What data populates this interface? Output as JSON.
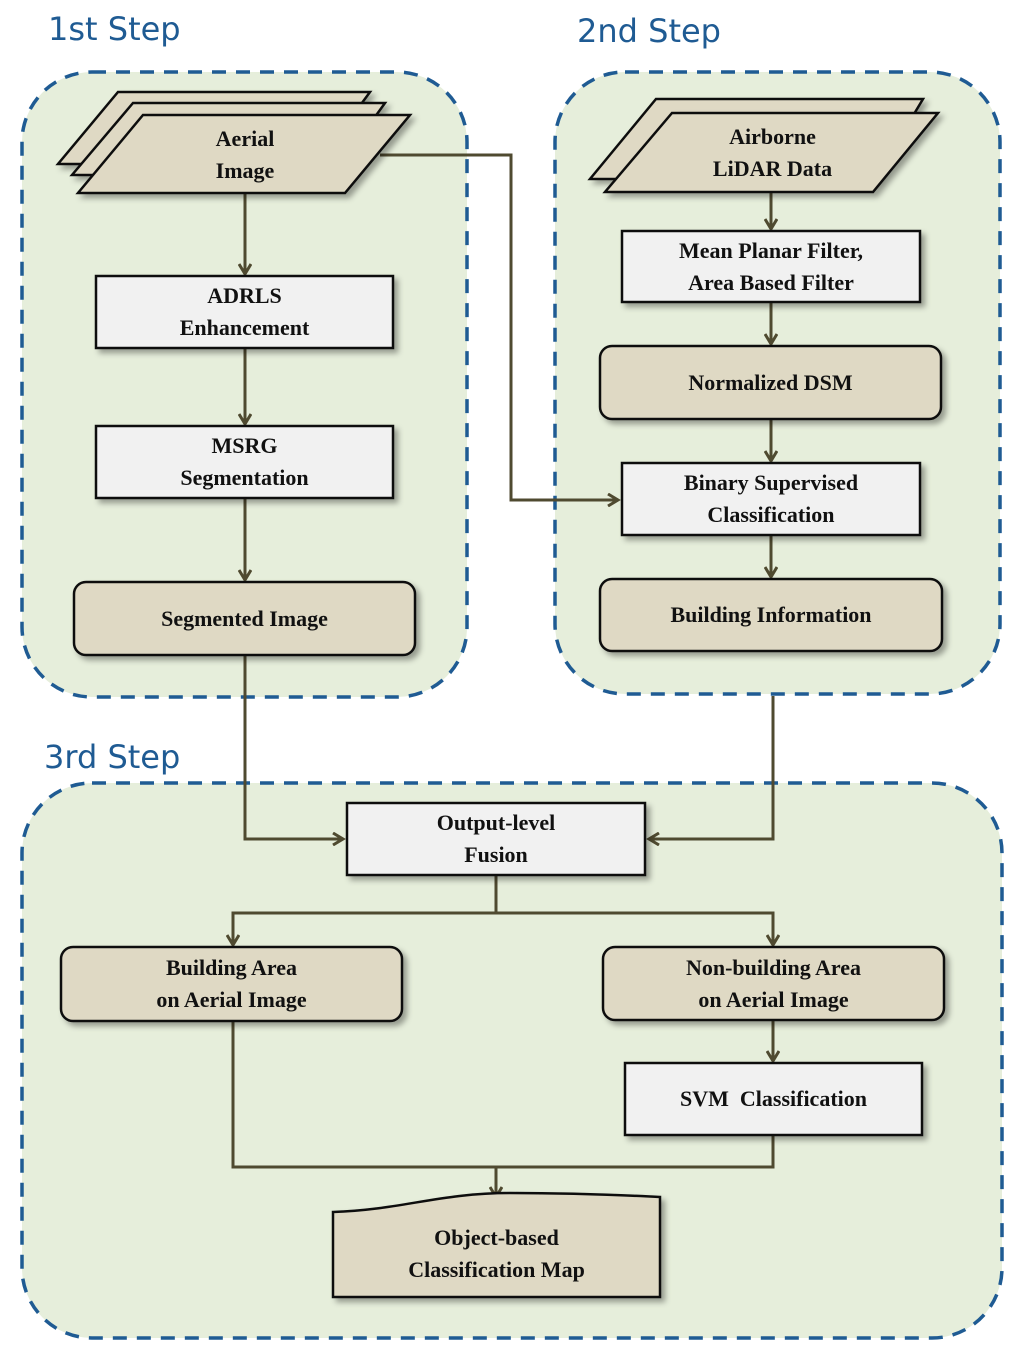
{
  "steps": {
    "step1": "1st Step",
    "step2": "2nd Step",
    "step3": "3rd Step"
  },
  "nodes": {
    "aerial_image": "Aerial\nImage",
    "adrls": "ADRLS\nEnhancement",
    "msrg": "MSRG\nSegmentation",
    "segmented_image": "Segmented Image",
    "lidar": "Airborne\nLiDAR Data",
    "filters": "Mean Planar Filter,\nArea Based Filter",
    "ndsm": "Normalized DSM",
    "binary_class": "Binary Supervised\nClassification",
    "building_info": "Building Information",
    "fusion": "Output-level\nFusion",
    "building_area": "Building Area\non Aerial Image",
    "nonbuilding_area": "Non-building Area\non Aerial Image",
    "svm": "SVM  Classification",
    "final_map": "Object-based\nClassification Map"
  },
  "colors": {
    "panel_fill": "#e6eedb",
    "panel_border": "#1f5b93",
    "beige": "#dfd9c4",
    "gray_box": "#f1f1f1",
    "arrow": "#4f4a30"
  }
}
